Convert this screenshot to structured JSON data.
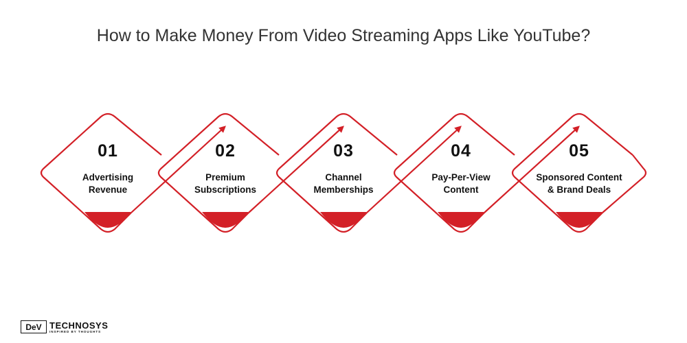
{
  "title": "How to Make Money From Video Streaming Apps Like YouTube?",
  "colors": {
    "accent": "#d32027",
    "outline": "#d32027",
    "text": "#111111"
  },
  "steps": [
    {
      "number": "01",
      "label_line1": "Advertising",
      "label_line2": "Revenue"
    },
    {
      "number": "02",
      "label_line1": "Premium",
      "label_line2": "Subscriptions"
    },
    {
      "number": "03",
      "label_line1": "Channel",
      "label_line2": "Memberships"
    },
    {
      "number": "04",
      "label_line1": "Pay-Per-View",
      "label_line2": "Content"
    },
    {
      "number": "05",
      "label_line1": "Sponsored Content",
      "label_line2": "& Brand Deals"
    }
  ],
  "logo": {
    "box_text": "DeV",
    "name": "TECHNOSYS",
    "tagline": "INSPIRED BY THOUGHTS"
  }
}
